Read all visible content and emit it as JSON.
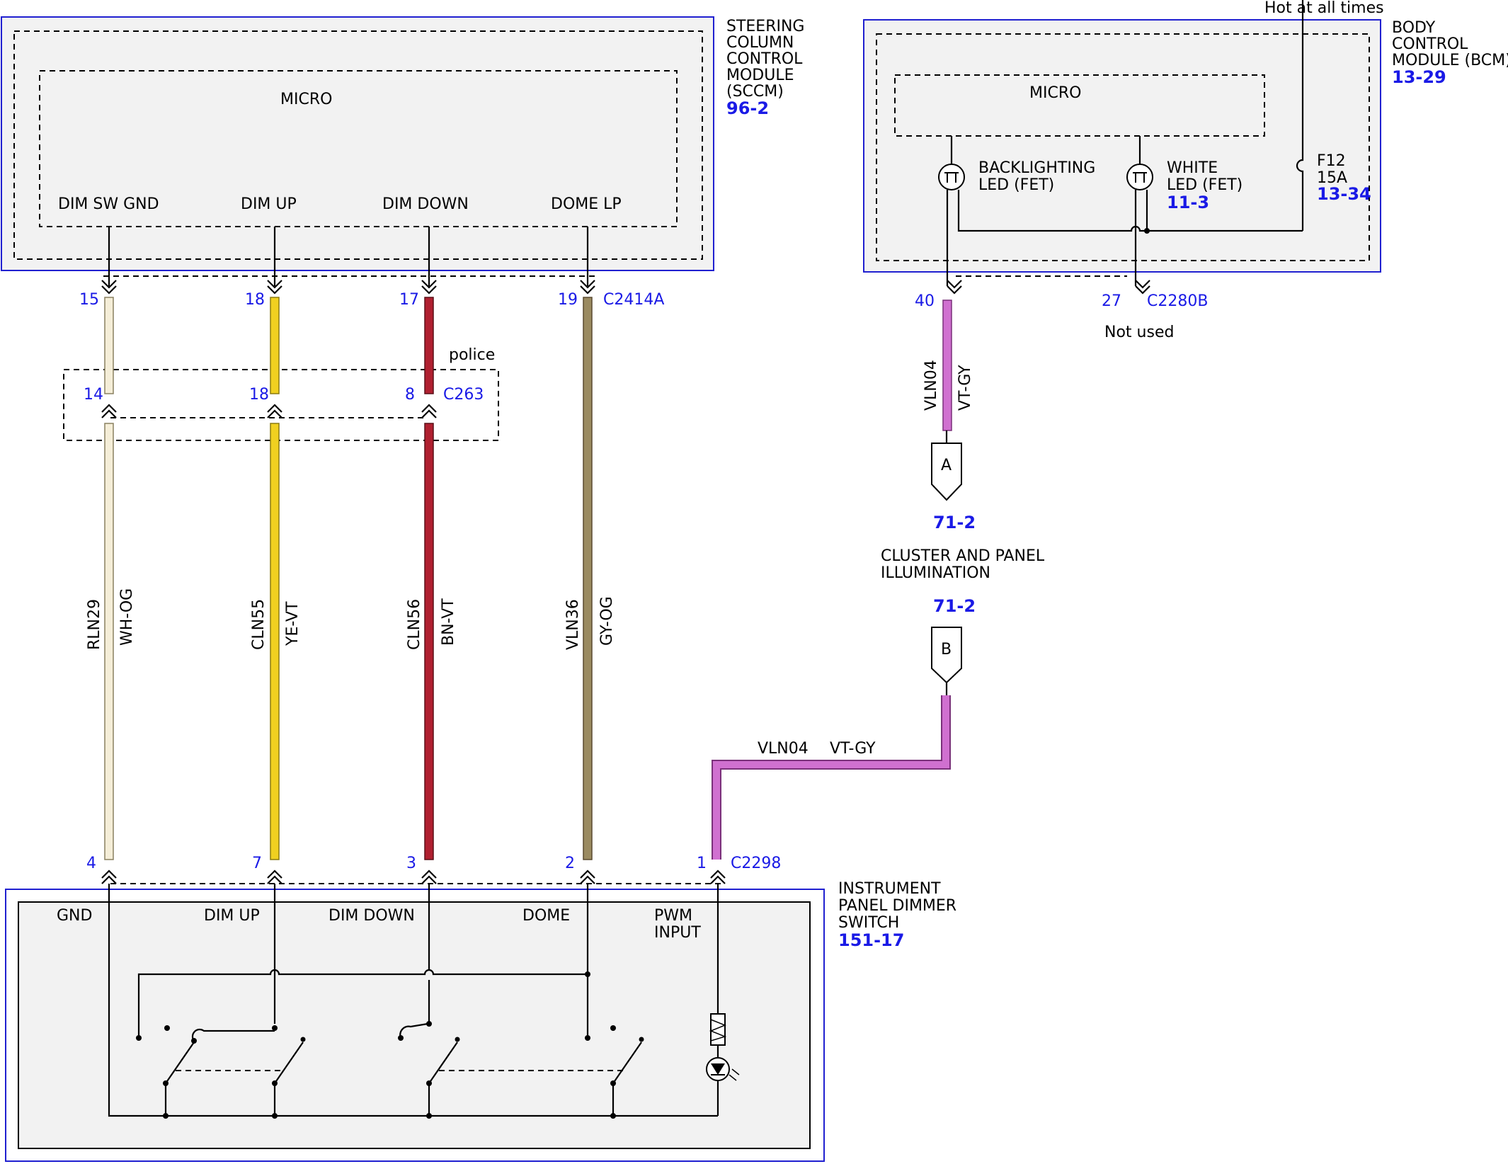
{
  "sccm": {
    "name_lines": [
      "STEERING",
      "COLUMN",
      "CONTROL",
      "MODULE",
      "(SCCM)"
    ],
    "ref": "96-2",
    "micro": "MICRO",
    "pins": [
      "DIM SW GND",
      "DIM UP",
      "DIM DOWN",
      "DOME LP"
    ]
  },
  "bcm": {
    "name_lines": [
      "BODY",
      "CONTROL",
      "MODULE (BCM)"
    ],
    "ref": "13-29",
    "micro": "MICRO",
    "hot_label": "Hot at all times",
    "fuse_name": "F12",
    "fuse_rating": "15A",
    "fuse_ref": "13-34",
    "backlight_label": [
      "BACKLIGHTING",
      "LED (FET)"
    ],
    "white_label": [
      "WHITE",
      "LED (FET)"
    ],
    "white_ref": "11-3"
  },
  "connectors": {
    "c2414a": {
      "name": "C2414A",
      "pins": [
        "15",
        "18",
        "17",
        "19"
      ]
    },
    "c263": {
      "name": "C263",
      "pins": [
        "14",
        "18",
        "8"
      ],
      "note": "police"
    },
    "c2280b": {
      "name": "C2280B",
      "pins": [
        "40",
        "27"
      ],
      "unused_note": "Not used"
    },
    "c2298": {
      "name": "C2298",
      "pins": [
        "4",
        "7",
        "3",
        "2",
        "1"
      ]
    }
  },
  "wires": [
    {
      "circuit": "RLN29",
      "color": "WH-OG",
      "hex": "#f5eed8"
    },
    {
      "circuit": "CLN55",
      "color": "YE-VT",
      "hex": "#f0d020"
    },
    {
      "circuit": "CLN56",
      "color": "BN-VT",
      "hex": "#b02030"
    },
    {
      "circuit": "VLN36",
      "color": "GY-OG",
      "hex": "#9a8a60"
    },
    {
      "circuit": "VLN04",
      "color": "VT-GY",
      "hex": "#d070d0"
    }
  ],
  "offpage": {
    "a_label": "A",
    "b_label": "B",
    "a_ref": "71-2",
    "b_ref": "71-2",
    "title_lines": [
      "CLUSTER AND PANEL",
      "ILLUMINATION"
    ]
  },
  "dimmer": {
    "name_lines": [
      "INSTRUMENT",
      "PANEL DIMMER",
      "SWITCH"
    ],
    "ref": "151-17",
    "pins": [
      "GND",
      "DIM UP",
      "DIM DOWN",
      "DOME"
    ],
    "pwm_lines": [
      "PWM",
      "INPUT"
    ]
  }
}
